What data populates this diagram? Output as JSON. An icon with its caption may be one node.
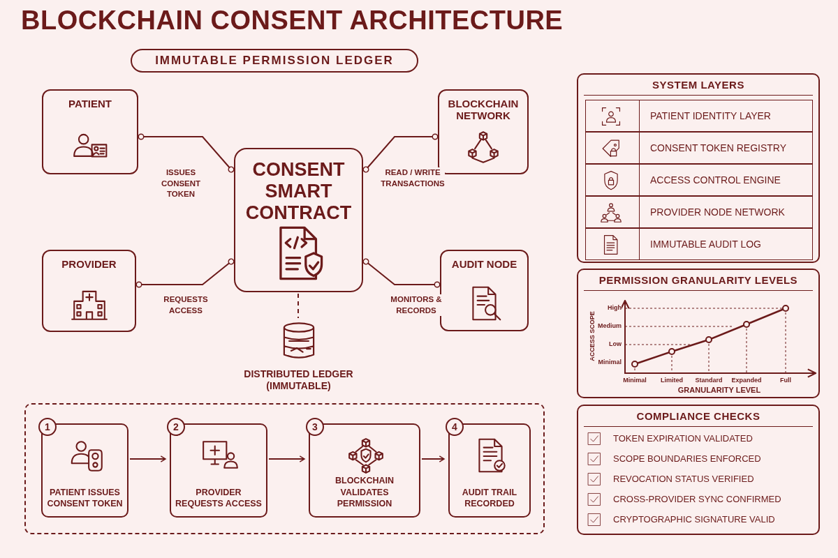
{
  "diagram": {
    "title": "BLOCKCHAIN CONSENT ARCHITECTURE",
    "nodes": [
      {
        "text": [
          "IMMUTABLE PERMISSION LEDGER"
        ]
      },
      {
        "text": [
          "PATIENT"
        ]
      },
      {
        "text": [
          "BLOCKCHAIN NETWORK"
        ]
      },
      {
        "text": [
          "CONSENT SMART CONTRACT"
        ]
      },
      {
        "text": [
          "PROVIDER"
        ]
      },
      {
        "text": [
          "AUDIT NODE"
        ]
      },
      {
        "text": [
          "DISTRIBUTED LEDGER (IMMUTABLE)"
        ]
      },
      {
        "text": [],
        "shape": "box"
      },
      {
        "text": [
          "1",
          "PATIENT ISSUES CONSENT TOKEN"
        ],
        "in": 7
      },
      {
        "text": [
          "2",
          "PROVIDER REQUESTS ACCESS"
        ],
        "in": 7
      },
      {
        "text": [
          "3",
          "BLOCKCHAIN VALIDATES PERMISSION"
        ],
        "in": 7
      },
      {
        "text": [
          "4",
          "AUDIT TRAIL RECORDED"
        ],
        "in": 7
      },
      {
        "text": [
          "SYSTEM LAYERS"
        ]
      },
      {
        "text": [
          "PATIENT IDENTITY LAYER"
        ],
        "in": 12
      },
      {
        "text": [
          "CONSENT TOKEN REGISTRY"
        ],
        "in": 12
      },
      {
        "text": [
          "ACCESS CONTROL ENGINE"
        ],
        "in": 12
      },
      {
        "text": [
          "PROVIDER NODE NETWORK"
        ],
        "in": 12
      },
      {
        "text": [
          "IMMUTABLE AUDIT LOG"
        ],
        "in": 12
      },
      {
        "text": [
          "PERMISSION GRANULARITY LEVELS"
        ]
      },
      {
        "text": [
          "COMPLIANCE CHECKS"
        ]
      }
    ],
    "edges": [
      {
        "from": 1,
        "to": 3,
        "arrow": "other",
        "label": "ISSUES CONSENT TOKEN"
      },
      {
        "from": 2,
        "to": 3,
        "arrow": "other",
        "label": "READ / WRITE TRANSACTIONS"
      },
      {
        "from": 4,
        "to": 3,
        "arrow": "other",
        "label": "REQUESTS ACCESS"
      },
      {
        "from": 3,
        "to": 5,
        "arrow": "other",
        "label": "MONITORS & RECORDS"
      },
      {
        "from": 3,
        "to": 6,
        "arrow": "none",
        "style": "dashed"
      },
      {
        "from": 8,
        "to": 9,
        "arrow": "to"
      },
      {
        "from": 9,
        "to": 10,
        "arrow": "to"
      },
      {
        "from": 10,
        "to": 11,
        "arrow": "to"
      }
    ],
    "labels": [
      "ACCESS SCOPE",
      "High",
      "Medium",
      "Low",
      "Minimal",
      "Minimal",
      "Limited",
      "Standard",
      "Expanded",
      "Full",
      "GRANULARITY LEVEL",
      "TOKEN EXPIRATION VALIDATED",
      "SCOPE BOUNDARIES ENFORCED",
      "REVOCATION STATUS VERIFIED",
      "CROSS-PROVIDER SYNC CONFIRMED",
      "CRYPTOGRAPHIC SIGNATURE VALID"
    ]
  }
}
